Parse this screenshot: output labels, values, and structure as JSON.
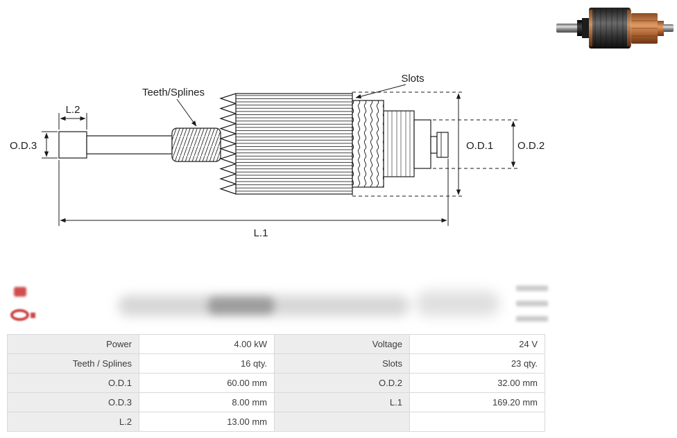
{
  "diagram": {
    "labels": {
      "teeth_splines": "Teeth/Splines",
      "slots": "Slots",
      "l1": "L.1",
      "l2": "L.2",
      "od1": "O.D.1",
      "od2": "O.D.2",
      "od3": "O.D.3"
    }
  },
  "colors": {
    "line": "#1a1a1a",
    "table_label_bg": "#ededed",
    "logo_red": "#c42222",
    "copper": "#d98a52"
  },
  "spec_table": {
    "rows": [
      {
        "c0": "Power",
        "c1": "4.00 kW",
        "c2": "Voltage",
        "c3": "24 V"
      },
      {
        "c0": "Teeth / Splines",
        "c1": "16 qty.",
        "c2": "Slots",
        "c3": "23 qty."
      },
      {
        "c0": "O.D.1",
        "c1": "60.00 mm",
        "c2": "O.D.2",
        "c3": "32.00 mm"
      },
      {
        "c0": "O.D.3",
        "c1": "8.00 mm",
        "c2": "L.1",
        "c3": "169.20 mm"
      },
      {
        "c0": "L.2",
        "c1": "13.00 mm",
        "c2": "",
        "c3": ""
      }
    ]
  }
}
